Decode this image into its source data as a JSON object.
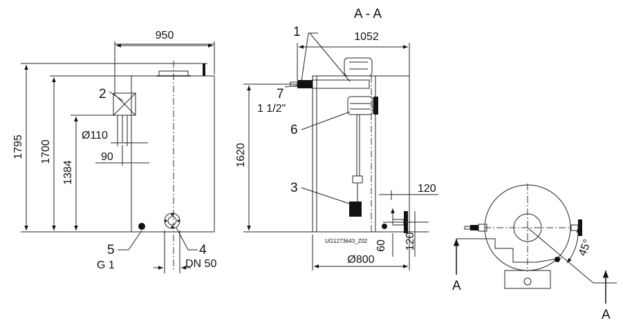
{
  "section_title": "A - A",
  "front_view": {
    "width_dim": "950",
    "height_total": "1795",
    "height_body": "1700",
    "height_pipe": "1384",
    "pipe_diameter": "Ø110",
    "pipe_offset": "90",
    "callout_2": "2",
    "callout_5": "5",
    "callout_4": "4",
    "outlet_thread": "G 1",
    "outlet_dn": "DN 50"
  },
  "section_view": {
    "width_dim": "1052",
    "height_dim": "1620",
    "callout_1": "1",
    "callout_7": "7",
    "inlet_size": "1 1/2\"",
    "callout_6": "6",
    "callout_3": "3",
    "drawing_code": "UG1273643_Z02",
    "offset_120_h": "120",
    "offset_120_v": "120",
    "offset_60": "60",
    "base_diameter": "Ø800"
  },
  "top_view": {
    "angle": "45°",
    "section_mark_left": "A",
    "section_mark_right": "A"
  }
}
